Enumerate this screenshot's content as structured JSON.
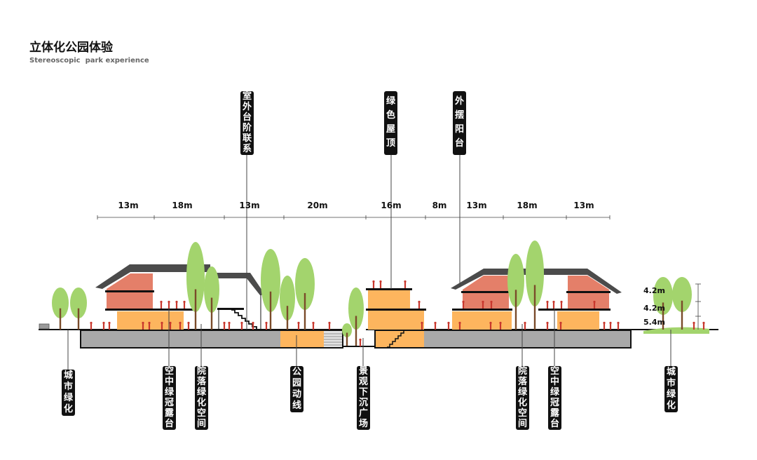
{
  "title": "立体化公园体验",
  "subtitle": "Stereoscopic  park experience",
  "top_callouts": [
    "室外台阶联系",
    "绿色屋顶",
    "外摆阳台"
  ],
  "span_dimensions": [
    "13m",
    "18m",
    "13m",
    "20m",
    "16m",
    "8m",
    "13m",
    "18m",
    "13m"
  ],
  "height_dimensions": [
    "4.2m",
    "4.2m",
    "5.4m"
  ],
  "bottom_callouts": [
    "城市绿化",
    "空中绿冠露台",
    "院落绿化空间",
    "公园动线",
    "景观下沉广场",
    "院落绿化空间",
    "空中绿冠露台",
    "城市绿化"
  ],
  "colors": {
    "building_upper": "#E47F69",
    "building_base": "#FDB55E",
    "underground": "#A9A9A9",
    "tree_canopy": "#A3D46D",
    "roof": "#4B4B4B",
    "people": "#C8372D",
    "callout_background": "#111111",
    "callout_text": "#FFFFFF"
  }
}
